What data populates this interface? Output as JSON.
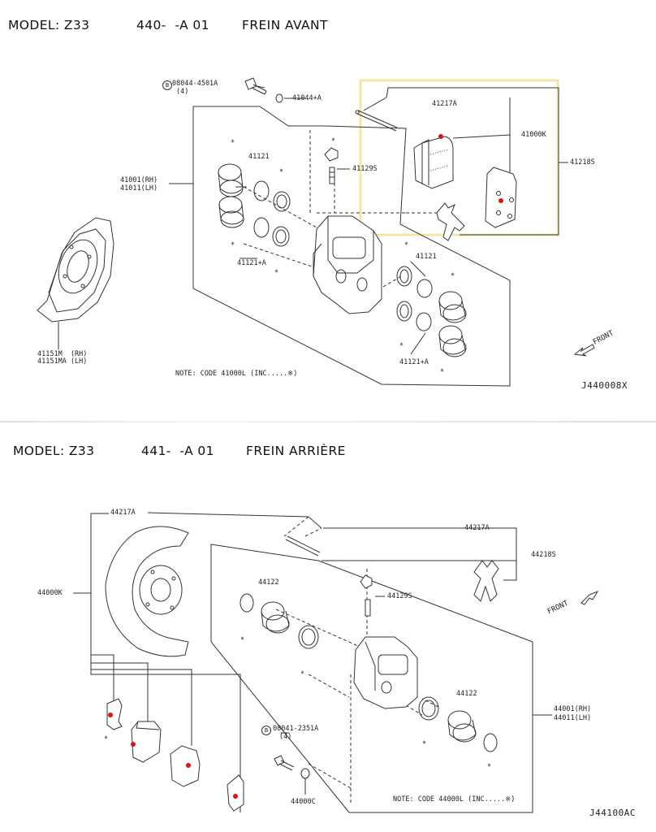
{
  "front": {
    "header": {
      "model": "MODEL: Z33",
      "code": "440-  -A 01",
      "title": "FREIN AVANT"
    },
    "labels": {
      "bolt": "08044-4501A",
      "bolt_qty": "(4)",
      "washer": "41044+A",
      "pin": "41217A",
      "pad_kit": "41000K",
      "shim_kit": "41218S",
      "caliper_rh": "41001(RH)",
      "caliper_lh": "41011(LH)",
      "seal_top": "41121",
      "seal_bottom": "41121+A",
      "bleeder": "41129S",
      "seal_right_top": "41121",
      "seal_right_bottom": "41121+A",
      "plate_rh": "41151M  (RH)",
      "plate_lh": "41151MA (LH)",
      "front_arrow": "FRONT"
    },
    "note": "NOTE: CODE 41000L (INC.....※)",
    "diagram_code": "J440008X"
  },
  "rear": {
    "header": {
      "model": "MODEL: Z33",
      "code": "441-  -A 01",
      "title": "FREIN ARRIÈRE"
    },
    "labels": {
      "pin_left": "44217A",
      "pin_right": "44217A",
      "shim": "44218S",
      "pad_kit": "44000K",
      "piston_top": "44122",
      "bleeder": "44129S",
      "piston_bottom": "44122",
      "caliper_rh": "44001(RH)",
      "caliper_lh": "44011(LH)",
      "bolt": "08041-2351A",
      "bolt_qty": "(4)",
      "washer": "44000C",
      "front_arrow": "FRONT"
    },
    "note": "NOTE: CODE 44000L (INC.....※)",
    "diagram_code": "J44100AC"
  },
  "colors": {
    "highlight_box": "#f1e7a3",
    "marker": "#e01010",
    "line": "#333333"
  }
}
